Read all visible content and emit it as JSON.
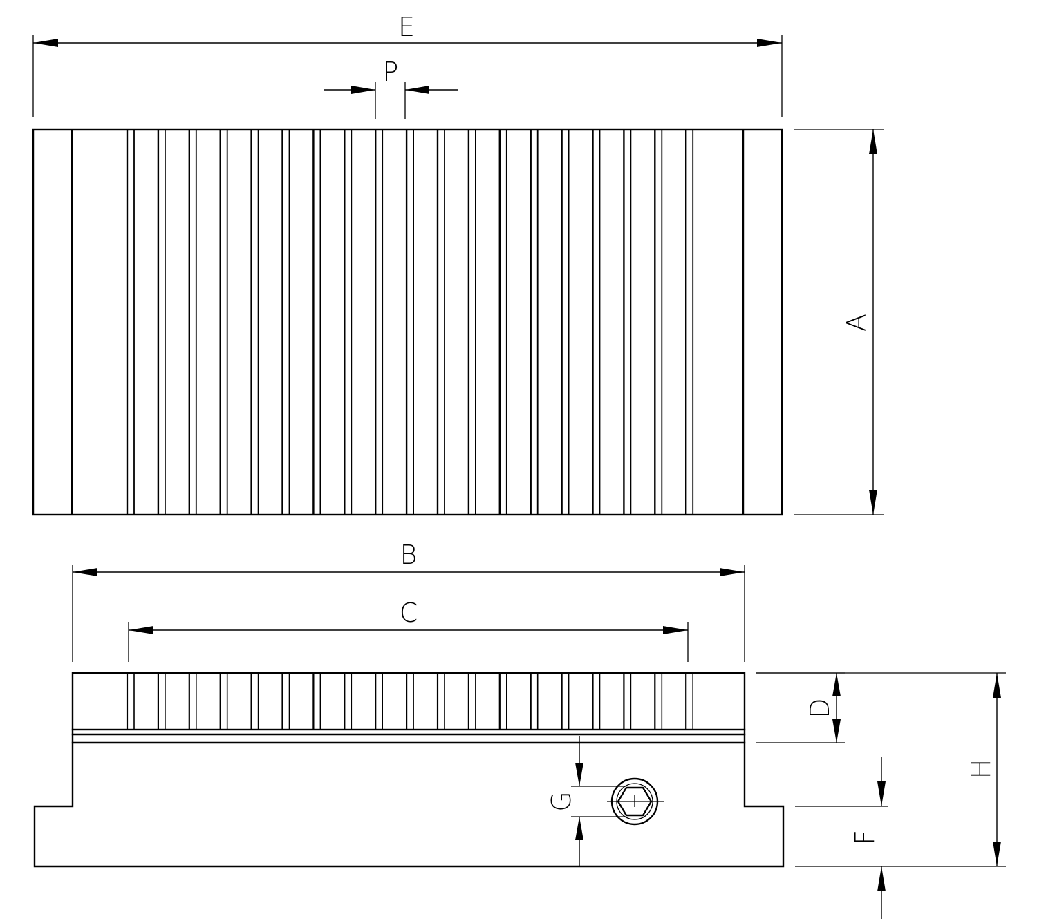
{
  "labels": {
    "E": "E",
    "P": "P",
    "A": "A",
    "B": "B",
    "C": "C",
    "D": "D",
    "G": "G",
    "H": "H",
    "F": "F"
  }
}
